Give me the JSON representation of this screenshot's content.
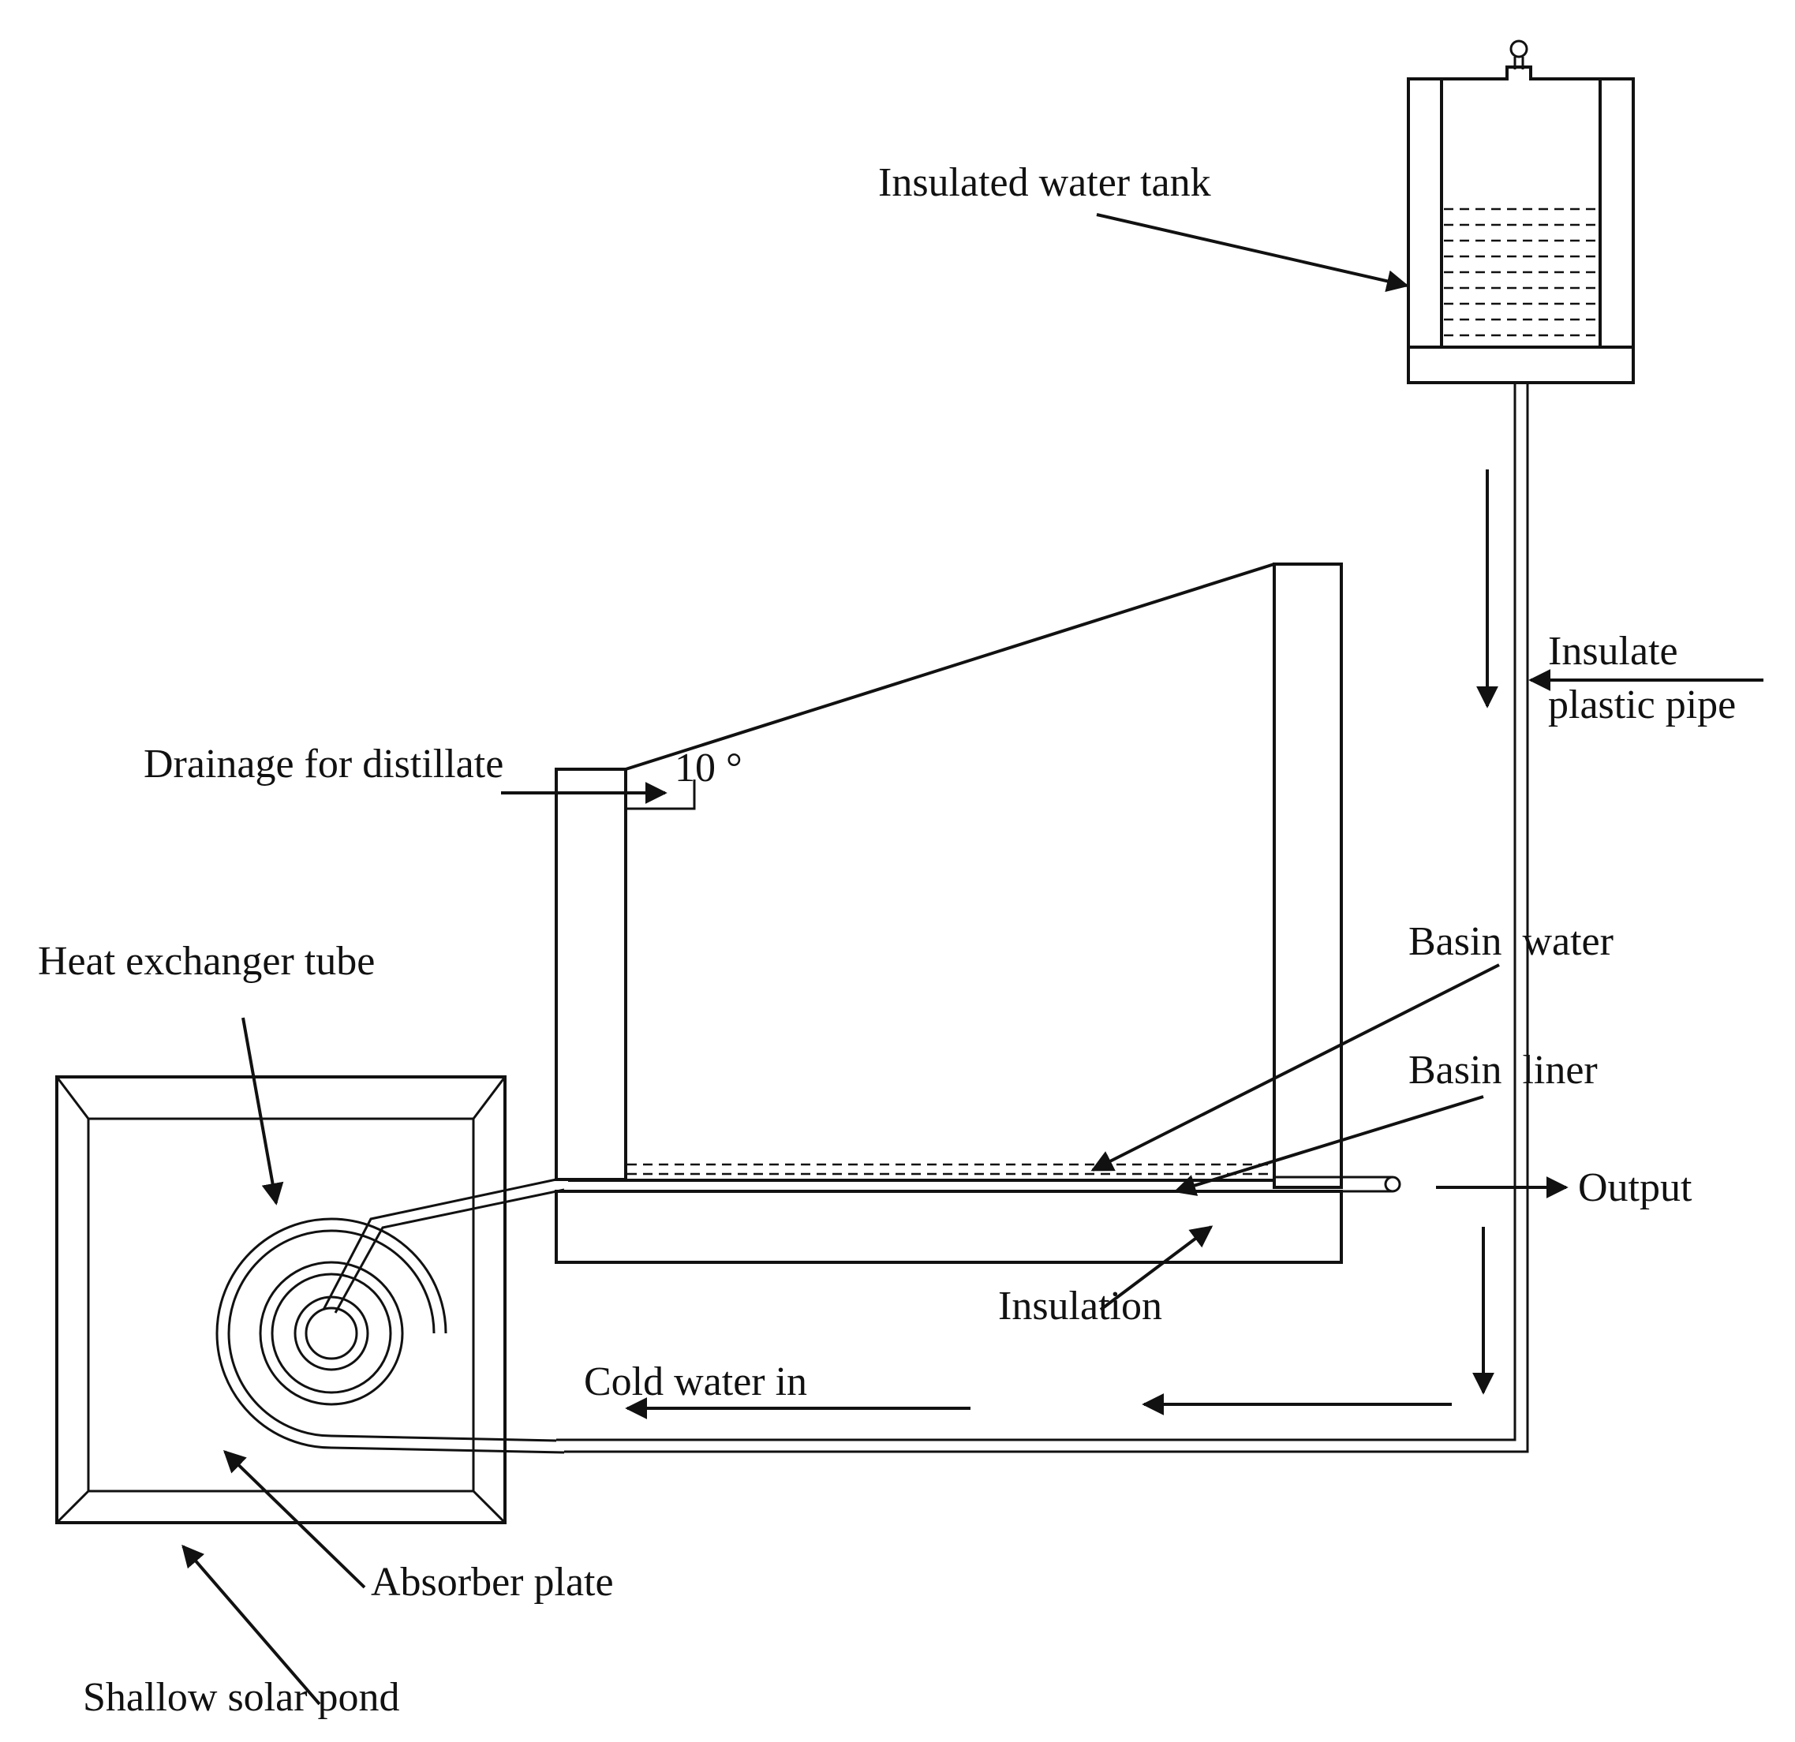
{
  "labels": {
    "insulated_water_tank": "Insulated water tank",
    "insulate": "Insulate",
    "plastic_pipe": "plastic pipe",
    "drainage_for_distillate": "Drainage for distillate",
    "angle": "10 °",
    "heat_exchanger_tube": "Heat exchanger tube",
    "basin_water": "Basin  water",
    "basin_liner": "Basin  liner",
    "output": "Output",
    "insulation": "Insulation",
    "cold_water_in": "Cold water in",
    "absorber_plate": "Absorber plate",
    "shallow_solar_pond": "Shallow solar pond"
  },
  "colors": {
    "ink": "#111111",
    "background": "#ffffff"
  }
}
